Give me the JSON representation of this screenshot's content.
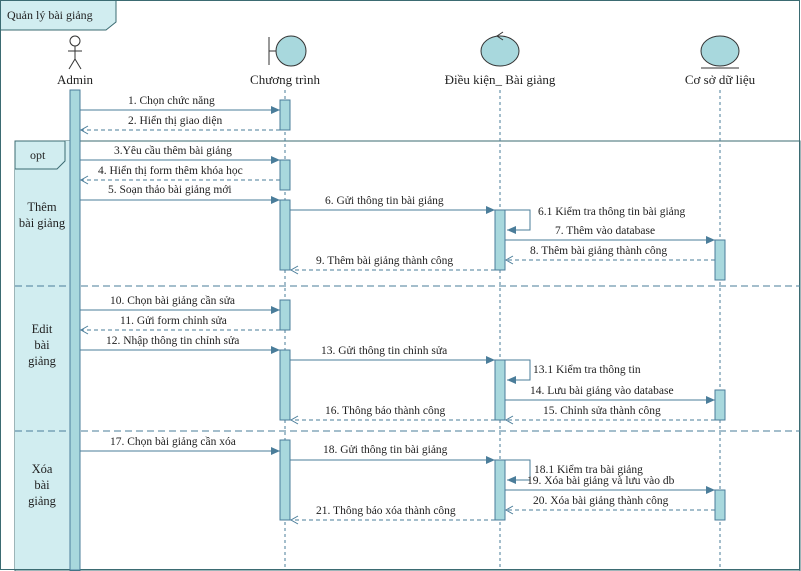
{
  "frame_title": "Quản lý bài giảng",
  "fragment": {
    "operator": "opt",
    "sections": [
      [
        "Thêm",
        "bài giảng"
      ],
      [
        "Edit",
        "bài",
        "giảng"
      ],
      [
        "Xóa",
        "bài",
        "giảng"
      ]
    ]
  },
  "participants": [
    {
      "name": "Admin",
      "icon": "actor-stick-figure"
    },
    {
      "name": "Chương trình",
      "icon": "boundary-icon"
    },
    {
      "name": "Điều kiện_ Bài giảng",
      "icon": "control-icon"
    },
    {
      "name": "Cơ sở dữ liệu",
      "icon": "entity-icon"
    }
  ],
  "messages": [
    {
      "label": "1. Chọn chức năng",
      "kind": "sync"
    },
    {
      "label": "2. Hiển thị giao diện",
      "kind": "reply"
    },
    {
      "label": "3.Yêu cầu thêm bài giảng",
      "kind": "sync"
    },
    {
      "label": "4. Hiển thị form thêm khóa học",
      "kind": "reply"
    },
    {
      "label": "5. Soạn thảo bài giảng mới",
      "kind": "sync"
    },
    {
      "label": "6. Gửi thông tin bài giảng",
      "kind": "sync"
    },
    {
      "label": "6.1 Kiểm tra thông tin bài giảng",
      "kind": "self"
    },
    {
      "label": "7. Thêm vào database",
      "kind": "sync"
    },
    {
      "label": "8. Thêm bài giảng thành công",
      "kind": "reply"
    },
    {
      "label": "9. Thêm bài giảng thành công",
      "kind": "reply"
    },
    {
      "label": "10. Chọn bài giảng cần sửa",
      "kind": "sync"
    },
    {
      "label": "11. Gửi form chỉnh sửa",
      "kind": "reply"
    },
    {
      "label": "12. Nhập thông tin chỉnh sửa",
      "kind": "sync"
    },
    {
      "label": "13. Gửi thông tin chỉnh sửa",
      "kind": "sync"
    },
    {
      "label": "13.1 Kiểm tra thông tin",
      "kind": "self"
    },
    {
      "label": "14. Lưu bài giảng vào database",
      "kind": "sync"
    },
    {
      "label": "15. Chỉnh sửa thành công",
      "kind": "reply"
    },
    {
      "label": "16. Thông báo thành công",
      "kind": "reply"
    },
    {
      "label": "17. Chọn bài giảng cần xóa",
      "kind": "sync"
    },
    {
      "label": "18. Gửi thông tin bài giảng",
      "kind": "sync"
    },
    {
      "label": "18.1 Kiểm tra bài giảng",
      "kind": "self"
    },
    {
      "label": "19. Xóa bài giảng và lưu vào db",
      "kind": "sync"
    },
    {
      "label": "20. Xóa bài giảng thành công",
      "kind": "reply"
    },
    {
      "label": "21. Thông báo xóa thành công",
      "kind": "reply"
    }
  ],
  "colors": {
    "frame_fill": "#d1edf0",
    "frame_stroke": "#3b6b72",
    "participant_fill": "#a8d8dd",
    "activation_fill": "#a8d8dd",
    "line": "#4a7d9a",
    "divider": "#4a7d9a"
  }
}
